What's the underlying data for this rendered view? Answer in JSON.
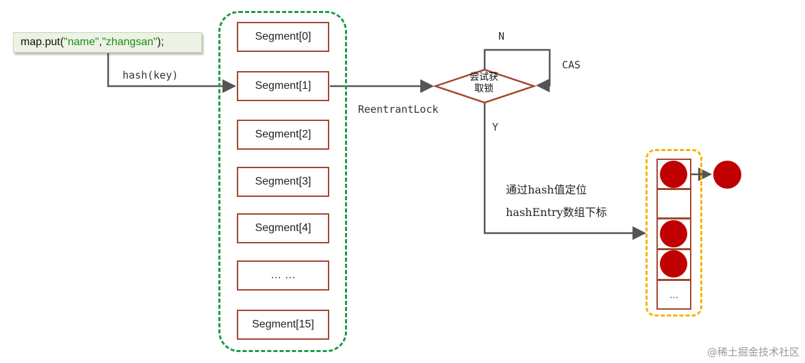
{
  "code": {
    "prefix": "map.put(",
    "arg1": "\"name\"",
    "comma": ",",
    "arg2": "\"zhangsan\"",
    "suffix": ");"
  },
  "hash_label": "hash(key)",
  "segments": [
    "Segment[0]",
    "Segment[1]",
    "Segment[2]",
    "Segment[3]",
    "Segment[4]",
    "… …",
    "Segment[15]"
  ],
  "lock_label": "ReentrantLock",
  "decision": {
    "line1": "尝试获",
    "line2": "取锁",
    "no_label": "N",
    "cas_label": "CAS",
    "yes_label": "Y"
  },
  "locate": {
    "line1": "通过hash值定位",
    "line2": "hashEntry数组下标"
  },
  "entries": {
    "more_label": "…"
  },
  "watermark": "@稀土掘金技术社区",
  "colors": {
    "segment_border": "#a0472e",
    "segment_container": "#1e9a4a",
    "entry_container": "#f2b400",
    "node": "#c00000",
    "arrow": "#555555"
  }
}
